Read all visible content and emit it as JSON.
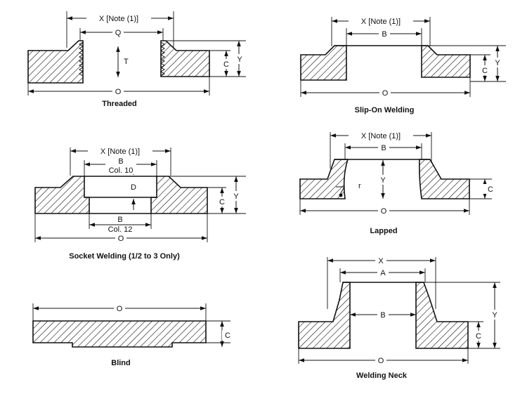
{
  "captions": {
    "threaded": "Threaded",
    "slip_on": "Slip-On Welding",
    "socket": "Socket Welding (1/2 to 3 Only)",
    "lapped": "Lapped",
    "blind": "Blind",
    "welding_neck": "Welding Neck"
  },
  "labels": {
    "x_note": "X [Note (1)]",
    "x": "X",
    "q": "Q",
    "t": "T",
    "c": "C",
    "y": "Y",
    "o": "O",
    "b": "B",
    "a": "A",
    "d": "D",
    "r": "r",
    "col10": "Col. 10",
    "col12": "Col. 12"
  }
}
